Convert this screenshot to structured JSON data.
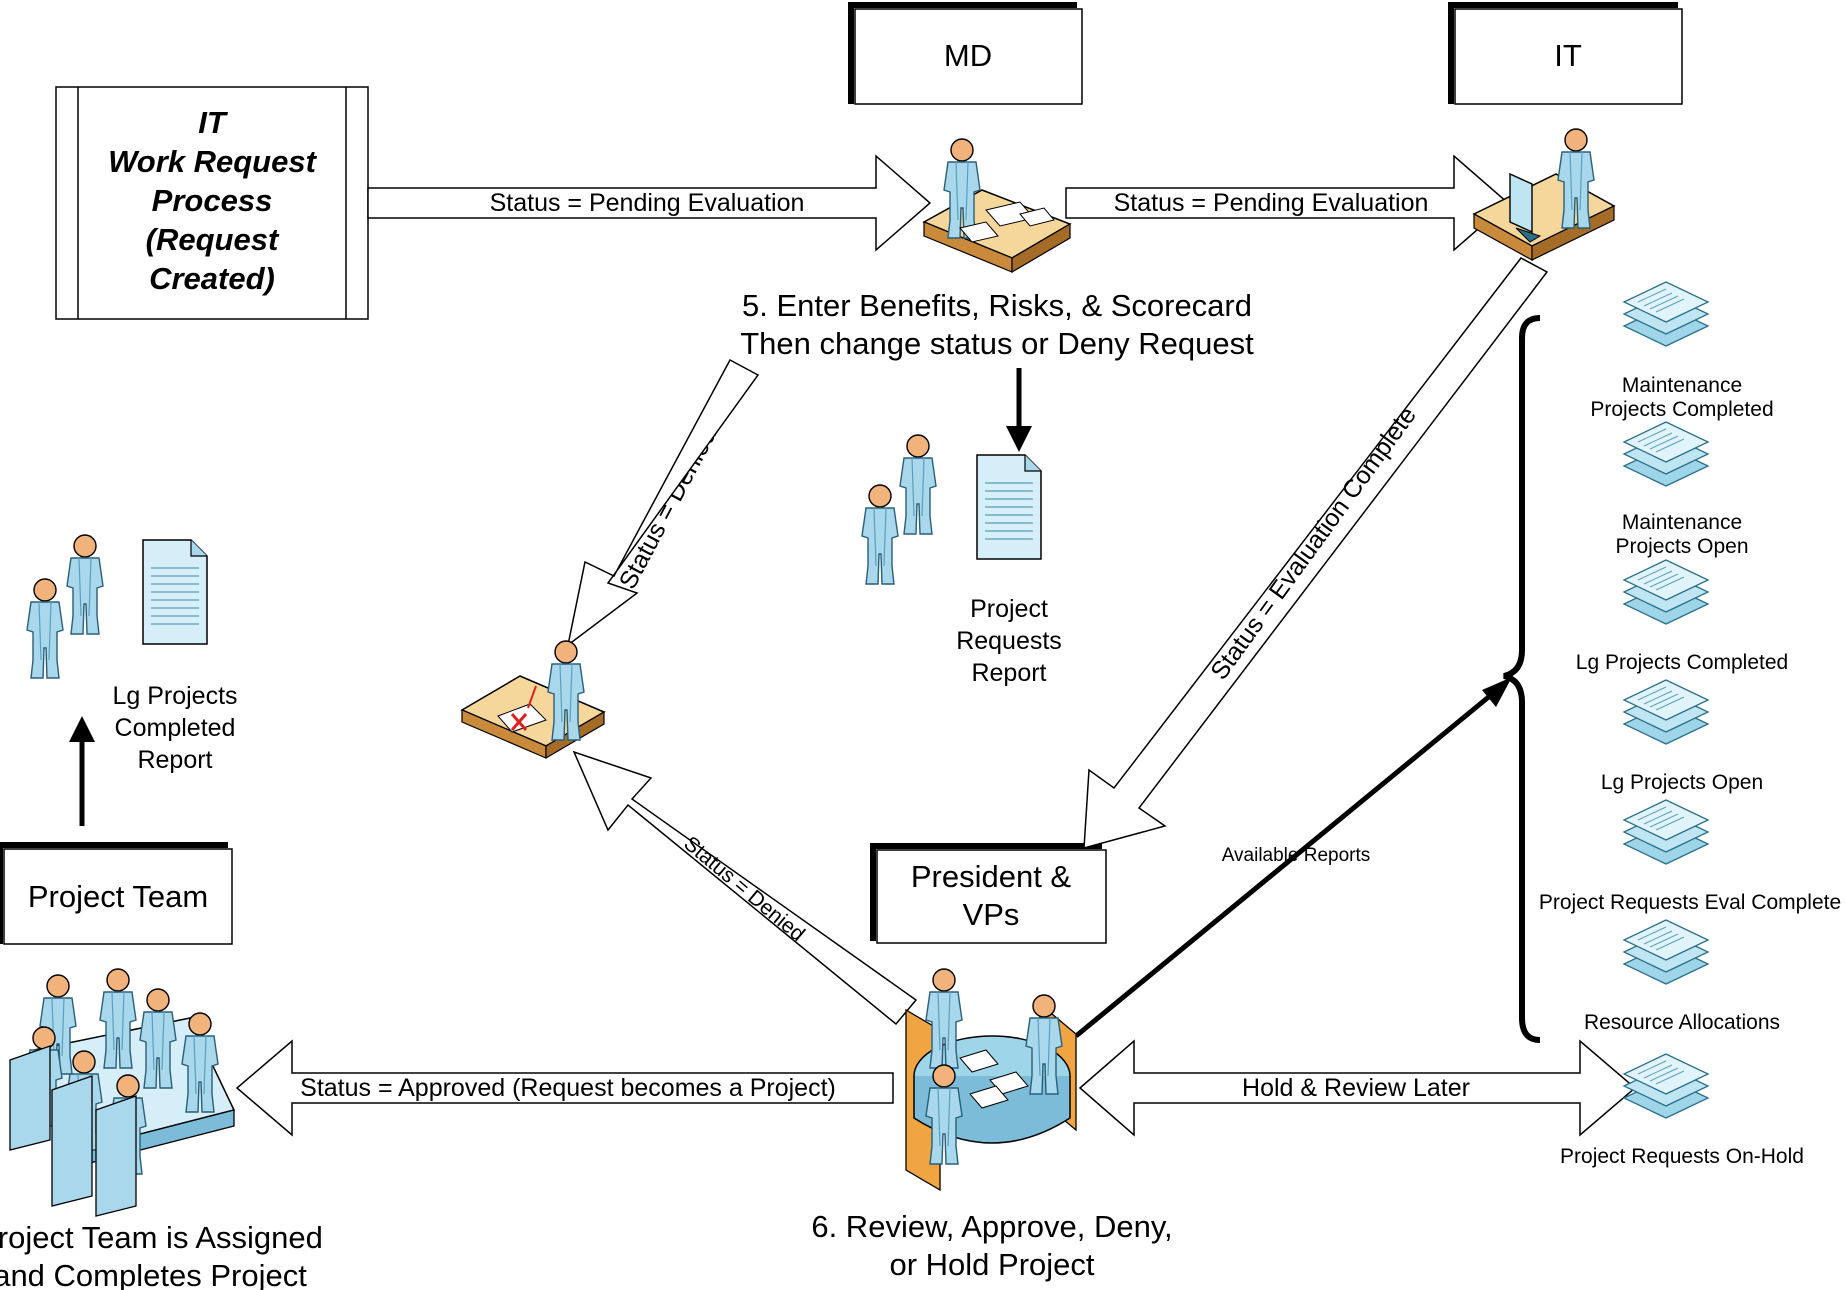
{
  "title_box": {
    "lines": [
      "IT",
      "Work Request",
      "Process",
      "(Request",
      "Created)"
    ]
  },
  "roles": {
    "md": "MD",
    "it": "IT",
    "president": [
      "President &",
      "VPs"
    ],
    "project_team": "Project Team"
  },
  "arrows": {
    "title_to_md": "Status = Pending Evaluation",
    "md_to_it": "Status = Pending Evaluation",
    "md_denied": "Status = Denied",
    "it_to_president": "Status = Evaluation Complete",
    "president_denied": "Status = Denied",
    "approved": "Status = Approved (Request becomes a Project)",
    "hold": "Hold & Review Later",
    "available_reports": "Available Reports"
  },
  "steps": {
    "step5": [
      "5. Enter Benefits, Risks, & Scorecard",
      "Then change status or Deny Request"
    ],
    "step6": [
      "6. Review, Approve, Deny,",
      "or Hold Project"
    ],
    "team_assigned": [
      "Project Team is Assigned",
      "and Completes Project"
    ]
  },
  "reports": {
    "project_requests": [
      "Project",
      "Requests",
      "Report"
    ],
    "lg_completed": [
      "Lg Projects",
      "Completed",
      "Report"
    ]
  },
  "available_reports": [
    [
      "Maintenance",
      "Projects Completed"
    ],
    [
      "Maintenance",
      "Projects Open"
    ],
    [
      "Lg Projects Completed"
    ],
    [
      "Lg Projects Open"
    ],
    [
      "Project Requests Eval Complete"
    ],
    [
      "Resource Allocations"
    ]
  ],
  "on_hold_report": [
    "Project Requests On-Hold"
  ],
  "colors": {
    "person_fill": "#a9d8ec",
    "person_dark": "#5a9fbf",
    "head_fill": "#f2b27c",
    "desk_top": "#f6d79b",
    "desk_side": "#c98a3c",
    "stack_fill": "#cbe9f5",
    "stroke": "#000000"
  }
}
